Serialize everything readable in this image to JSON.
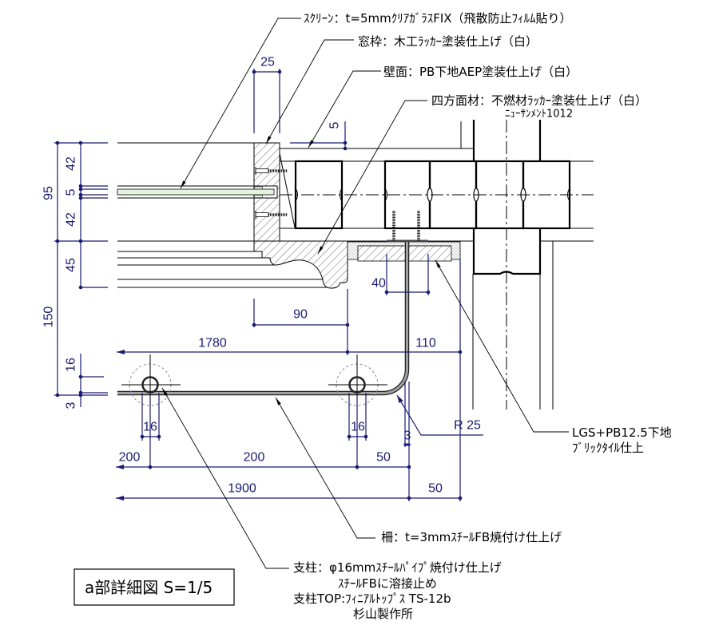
{
  "title": "a部詳細図 S=1/5",
  "labels": {
    "screen": "ｽｸﾘｰﾝ：t=5mmｸﾘｱｶﾞﾗｽFIX（飛散防止ﾌｨﾙﾑ貼り）",
    "window_frame": "窓枠：木工ﾗｯｶｰ塗装仕上げ（白）",
    "wall": "壁面：PB下地AEP塗装仕上げ（白）",
    "casing": "四方面材：不燃材ﾗｯｶｰ塗装仕上げ（白）",
    "casing_product": "ﾆｭｰｻﾝﾒﾝﾄ1012",
    "lgs_line1": "LGS+PB12.5下地",
    "lgs_line2": "ﾌﾞﾘｯｸﾀｲﾙ仕上",
    "fence": "柵：t=3mmｽﾁｰﾙFB焼付け仕上げ",
    "post_line1": "支柱：φ16mmｽﾁｰﾙﾊﾟｲﾌﾟ焼付け仕上げ",
    "post_line2": "ｽﾁｰﾙFBに溶接止め",
    "post_line3": "支柱TOP:ﾌｨﾆｱﾙﾄｯﾌﾟｽ TS-12b",
    "post_line4": "杉山製作所"
  },
  "dimensions": {
    "frame_width_25": "25",
    "casing_offset_5": "5",
    "height_95": "95",
    "upper_42": "42",
    "glass_5": "5",
    "lower_42": "42",
    "sill_45": "45",
    "height_150": "150",
    "post_16_v": "16",
    "fb_3_v": "3",
    "block_40": "40",
    "sill_90": "90",
    "span_1780": "1780",
    "span_110": "110",
    "post1_16": "16",
    "post2_16": "16",
    "fb_3": "3",
    "radius": "R 25",
    "pitch_200_a": "200",
    "pitch_200_b": "200",
    "end_50_a": "50",
    "total_1900": "1900",
    "end_50_b": "50"
  },
  "colors": {
    "dimension": "#1a1a72",
    "glass": "#e3f5df",
    "fb": "#a0a0a0",
    "ink": "#000000"
  }
}
